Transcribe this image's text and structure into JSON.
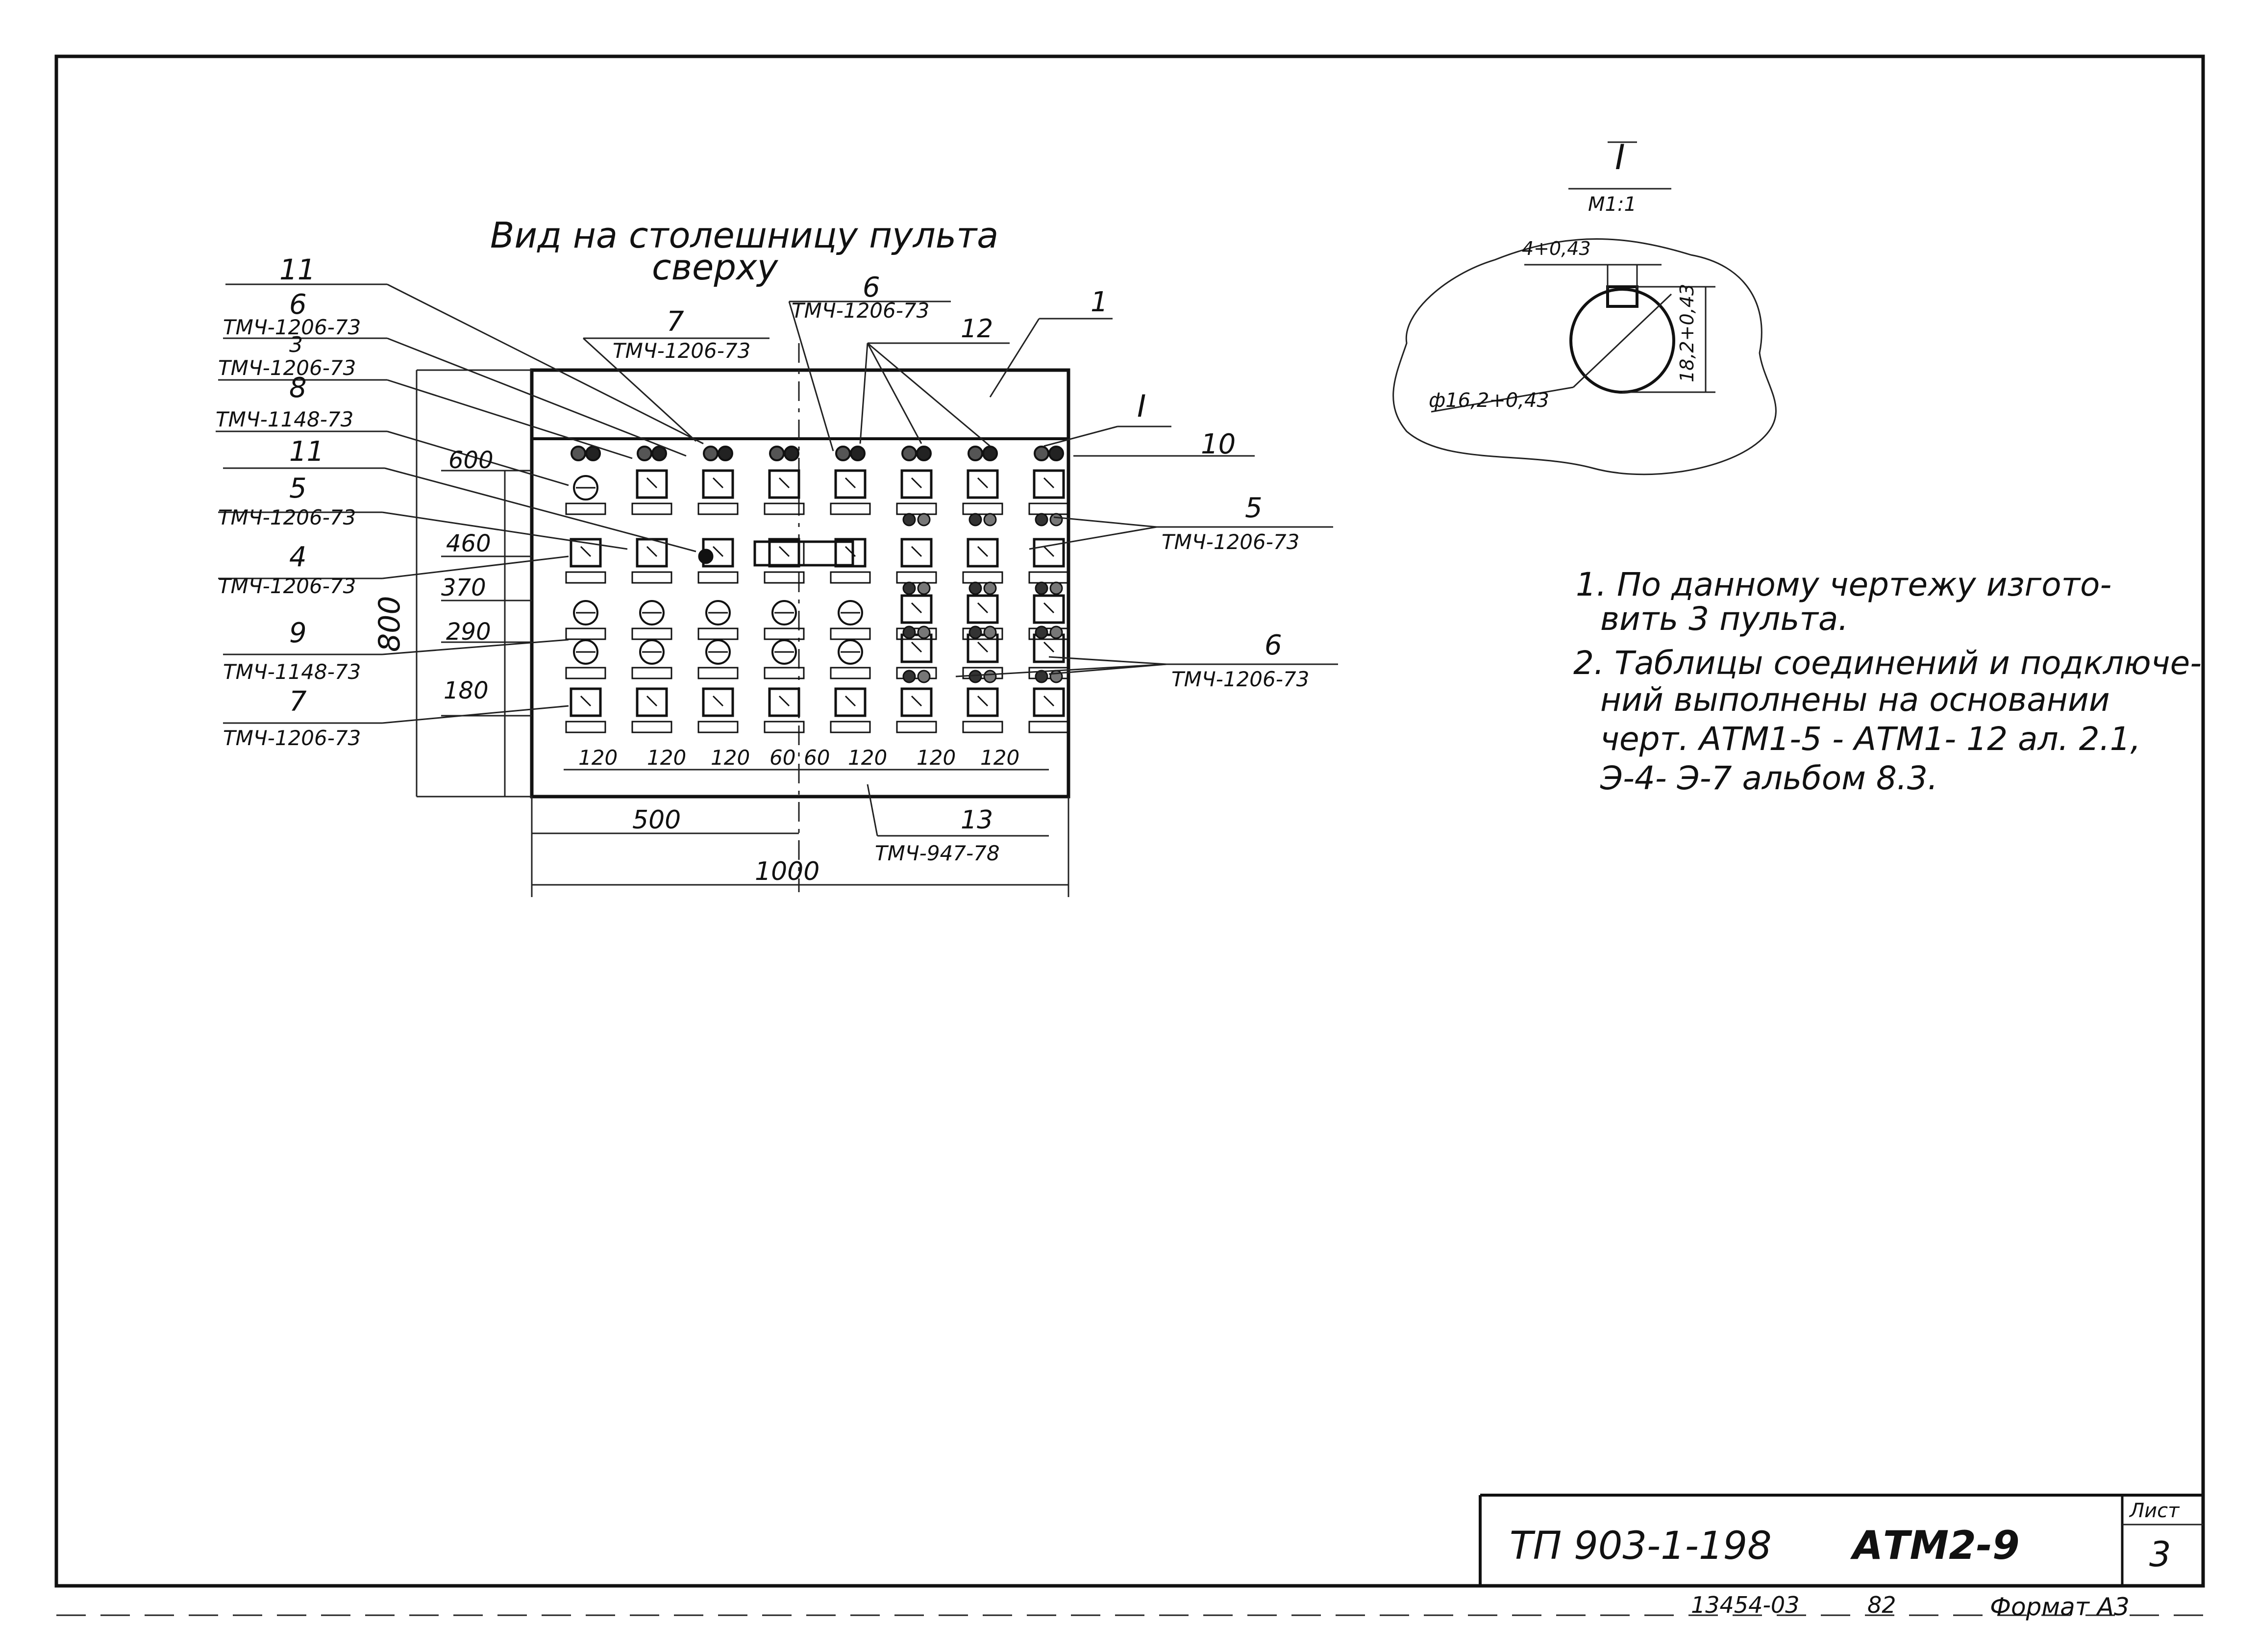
{
  "drawing": {
    "view_title_line1": "Вид на столешницу пульта",
    "view_title_line2": "сверху",
    "detail_mark": "I",
    "detail_scale": "М1:1",
    "detail_dim_key": "4+0,43",
    "detail_dim_height": "18,2+0,43",
    "detail_dim_diameter": "ф16,2+0,43"
  },
  "left_callouts": [
    {
      "num": "11",
      "spec": ""
    },
    {
      "num": "6",
      "spec": "ТМЧ-1206-73"
    },
    {
      "num": "3",
      "spec": "ТМЧ-1206-73"
    },
    {
      "num": "8",
      "spec": "ТМЧ-1148-73"
    },
    {
      "num": "11",
      "spec": ""
    },
    {
      "num": "5",
      "spec": "ТМЧ-1206-73"
    },
    {
      "num": "4",
      "spec": "ТМЧ-1206-73"
    },
    {
      "num": "9",
      "spec": "ТМЧ-1148-73"
    },
    {
      "num": "7",
      "spec": "ТМЧ-1206-73"
    }
  ],
  "top_callouts": [
    {
      "num": "7",
      "spec": "ТМЧ-1206-73"
    },
    {
      "num": "6",
      "spec": "ТМЧ-1206-73"
    },
    {
      "num": "12",
      "spec": ""
    },
    {
      "num": "1",
      "spec": ""
    }
  ],
  "right_callouts": [
    {
      "num": "I",
      "spec": ""
    },
    {
      "num": "10",
      "spec": ""
    },
    {
      "num": "5",
      "spec": "ТМЧ-1206-73"
    },
    {
      "num": "6",
      "spec": "ТМЧ-1206-73"
    }
  ],
  "bottom_callout": {
    "num": "13",
    "spec": "ТМЧ-947-78"
  },
  "vertical_dims": [
    "600",
    "460",
    "370",
    "290",
    "180"
  ],
  "overall_height": "800",
  "horizontal_dims": [
    "120",
    "120",
    "120",
    "60",
    "60",
    "120",
    "120",
    "120"
  ],
  "half_width": "500",
  "overall_width": "1000",
  "notes": [
    "1. По данному чертежу изгото-",
    "вить 3 пульта.",
    "2. Таблицы соединений и подключе-",
    "ний выполнены на основании",
    "черт. АТМ1-5 - АТМ1- 12 ал. 2.1,",
    "Э-4- Э-7 альбом 8.3."
  ],
  "title_block": {
    "project": "ТП 903-1-198",
    "drawing_code": "АТМ2-9",
    "sheet_label": "Лист",
    "sheet_number": "3"
  },
  "footer": {
    "inventory": "13454-03",
    "number": "82",
    "format": "Формат А3"
  }
}
